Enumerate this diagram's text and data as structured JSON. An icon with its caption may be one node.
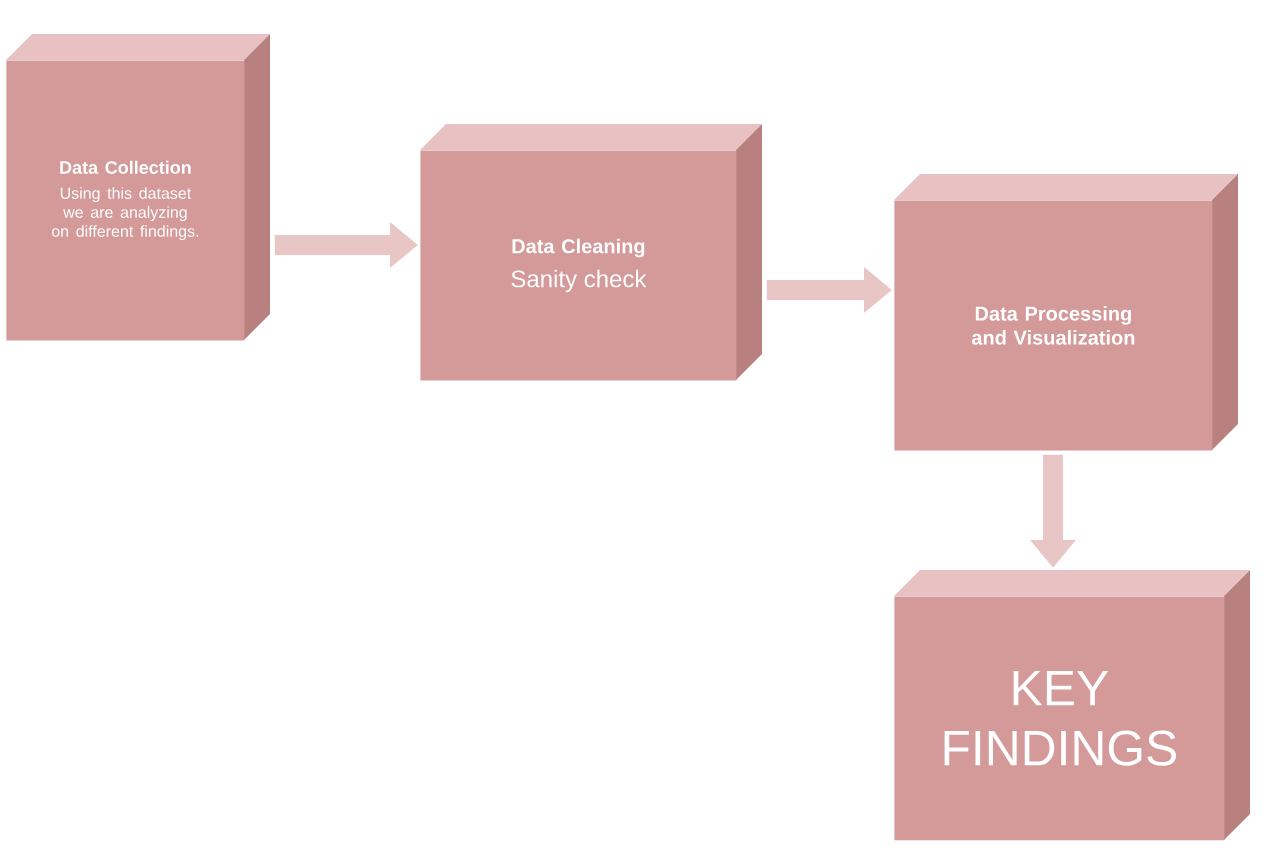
{
  "diagram": {
    "nodes": [
      {
        "text": [
          "Data Collection",
          "Using this dataset we are analyzing on different findings."
        ]
      },
      {
        "text": [
          "Data Cleaning",
          "Sanity check"
        ]
      },
      {
        "text": [
          "Data Processing and Visualization"
        ]
      },
      {
        "text": [
          "KEY FINDINGS"
        ]
      }
    ],
    "edges": [
      {
        "from": 0,
        "to": 1,
        "arrow": "to"
      },
      {
        "from": 1,
        "to": 2,
        "arrow": "to"
      },
      {
        "from": 2,
        "to": 3,
        "arrow": "to"
      }
    ]
  }
}
